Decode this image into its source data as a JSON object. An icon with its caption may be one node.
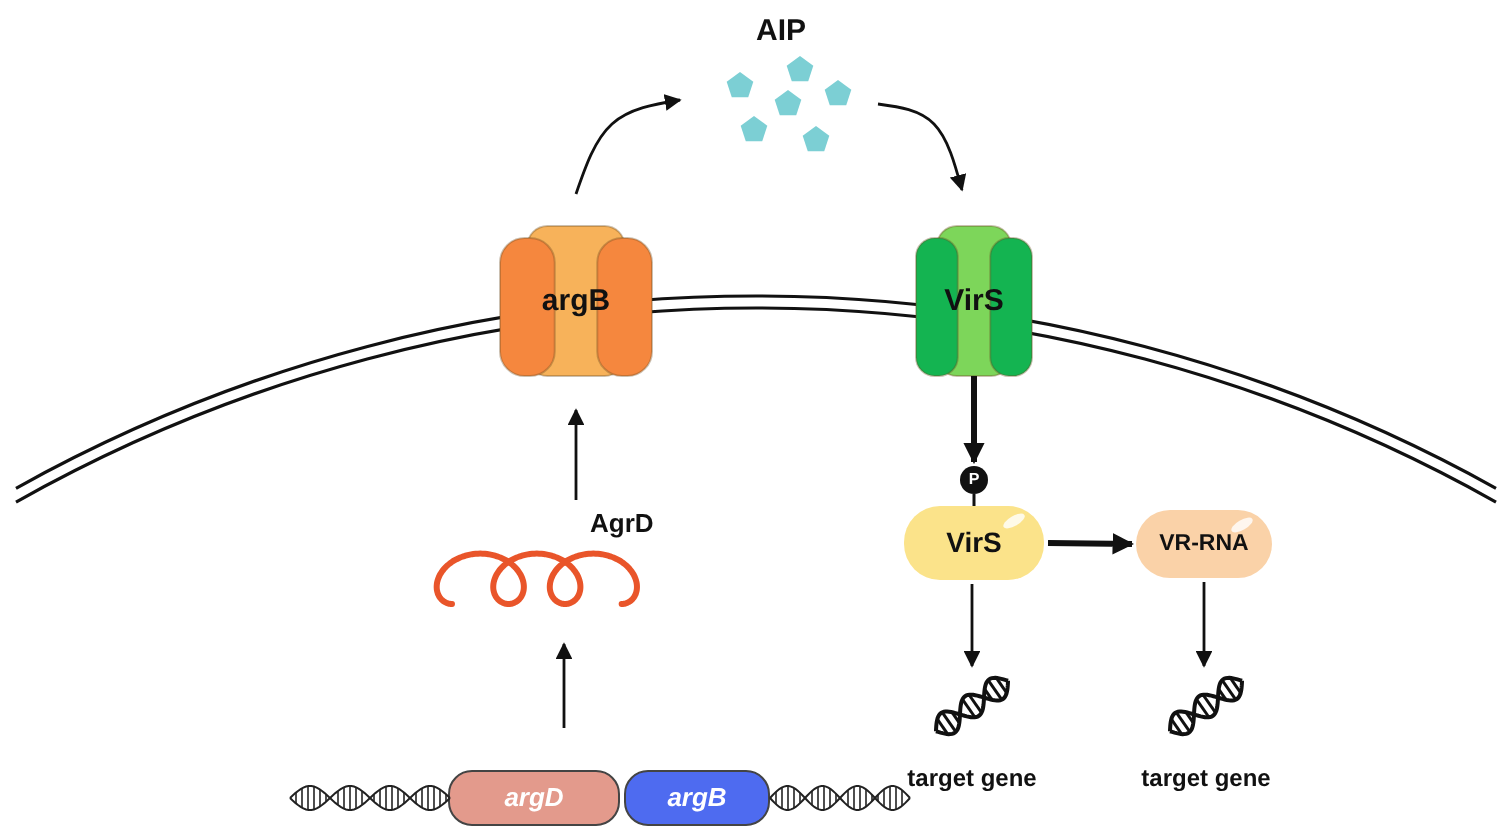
{
  "diagram": {
    "nodes": [
      {
        "text": [
          "argB"
        ]
      },
      {
        "text": [
          "VirS"
        ]
      },
      {
        "text": [
          "AIP"
        ]
      },
      {
        "text": [
          "AgrD"
        ]
      },
      {
        "text": [],
        "shape": "picture"
      },
      {
        "text": [
          "argD"
        ],
        "in": 4
      },
      {
        "text": [
          "argB"
        ],
        "in": 4
      },
      {
        "text": [
          "VirS"
        ]
      },
      {
        "text": [
          "VR-RNA"
        ]
      },
      {
        "text": [
          "target gene"
        ]
      },
      {
        "text": [
          "target gene"
        ]
      }
    ],
    "edges": [
      {
        "from": 0,
        "to": 2,
        "arrow": "to"
      },
      {
        "from": 2,
        "to": 1,
        "arrow": "to"
      },
      {
        "from": 1,
        "to": 7,
        "arrow": "to",
        "style": "thick"
      },
      {
        "from": 7,
        "to": 8,
        "arrow": "to",
        "style": "thick"
      },
      {
        "from": 7,
        "to": 9,
        "arrow": "to"
      },
      {
        "from": 8,
        "to": 10,
        "arrow": "to"
      },
      {
        "from": 3,
        "to": 0,
        "arrow": "to"
      },
      {
        "from": 4,
        "to": 3,
        "arrow": "to"
      }
    ],
    "labels": [
      "P"
    ]
  }
}
